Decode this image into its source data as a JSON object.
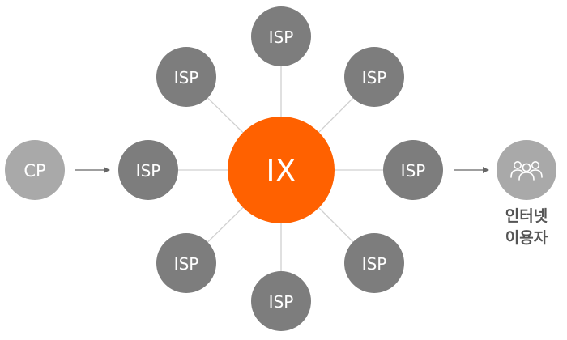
{
  "diagram": {
    "hub": {
      "label": "IX",
      "color": "#ff6100"
    },
    "isp_label": "ISP",
    "isp_color": "#7d7d7d",
    "cp": {
      "label": "CP",
      "color": "#a9a9a9"
    },
    "users": {
      "icon": "people-group-icon",
      "color": "#a9a9a9",
      "caption_line1": "인터넷",
      "caption_line2": "이용자"
    },
    "edge_color": "#d0d0d0",
    "arrow_color": "#666666"
  }
}
